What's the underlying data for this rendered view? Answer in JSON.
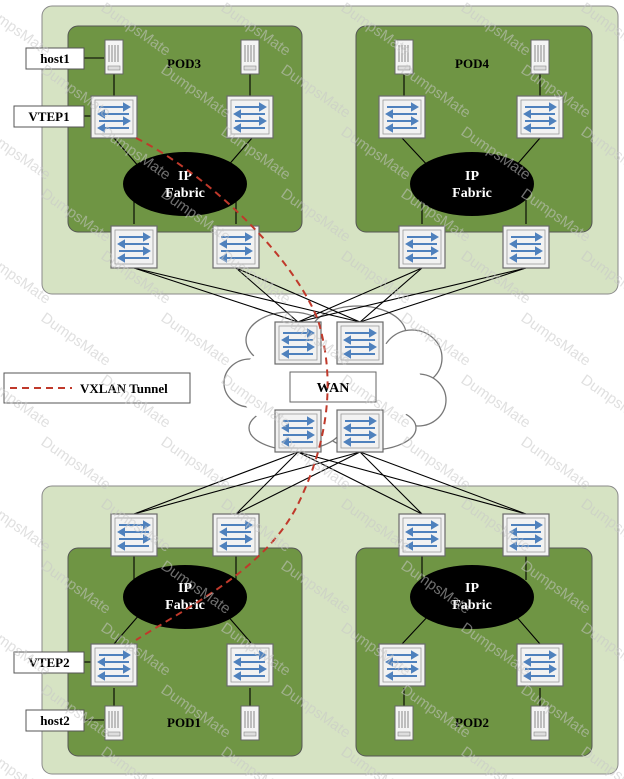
{
  "pods": {
    "pod3": "POD3",
    "pod4": "POD4",
    "pod1": "POD1",
    "pod2": "POD2"
  },
  "fabric": {
    "line1": "IP",
    "line2": "Fabric"
  },
  "labels": {
    "host1": "host1",
    "vtep1": "VTEP1",
    "vtep2": "VTEP2",
    "host2": "host2",
    "wan": "WAN"
  },
  "legend": {
    "vxlan_tunnel": "VXLAN Tunnel"
  },
  "watermark": "DumpsMate",
  "colors": {
    "outer_region": "#d6e3c3",
    "pod_fill": "#6f9544",
    "switch_fill": "#f2f2f2",
    "switch_arrow": "#4f81bd",
    "fabric": "#000000",
    "tunnel": "#c0392b"
  },
  "icons": {
    "switch": "switch-icon",
    "server": "server-icon",
    "cloud": "cloud-icon",
    "fabric": "ip-fabric-ellipse"
  }
}
